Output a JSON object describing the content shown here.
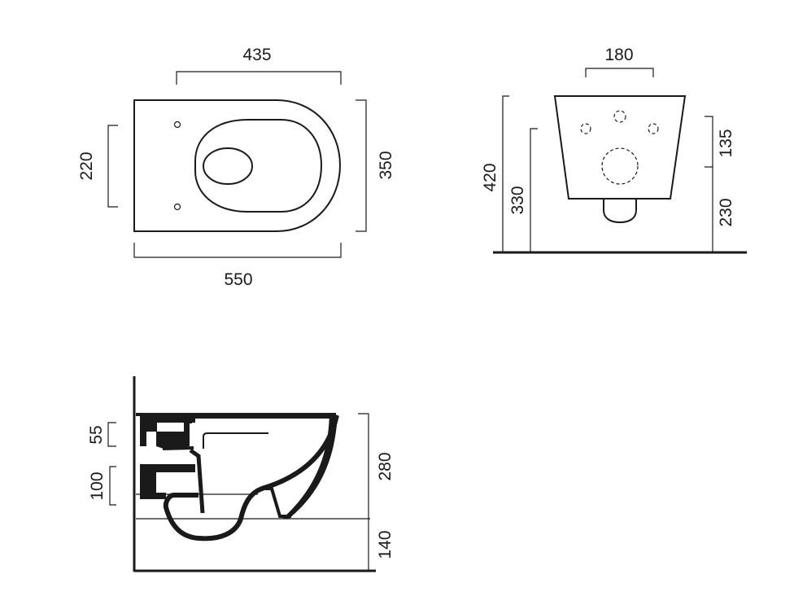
{
  "top_view": {
    "dims": {
      "width_top": "435",
      "width_bottom": "550",
      "height_left": "220",
      "height_right": "350"
    }
  },
  "front_view": {
    "dims": {
      "top": "180",
      "left_outer": "420",
      "left_inner": "330",
      "right_upper": "135",
      "right_lower": "230"
    }
  },
  "side_view": {
    "dims": {
      "left_upper": "55",
      "left_lower": "100",
      "right_upper": "280",
      "right_lower": "140"
    }
  }
}
